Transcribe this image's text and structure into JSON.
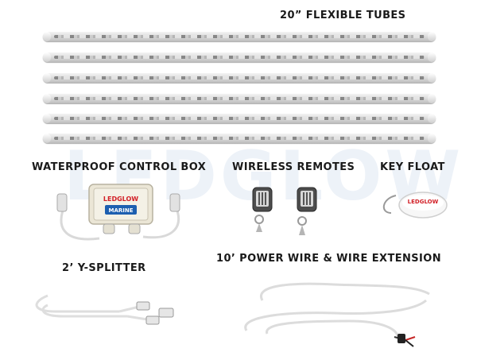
{
  "labels": {
    "tubes": "20” FLEXIBLE TUBES",
    "control_box": "WATERPROOF CONTROL BOX",
    "remotes": "WIRELESS REMOTES",
    "key_float": "KEY FLOAT",
    "splitter": "2’ Y-SPLITTER",
    "power_wire": "10’ POWER WIRE & WIRE EXTENSION"
  },
  "watermark": "LEDGLOW",
  "control_box_brand": "LEDGLOW",
  "control_box_series": "MARINE",
  "key_float_brand": "LEDGLOW",
  "colors": {
    "text": "#1a1a1a",
    "brand_red": "#d21f26",
    "brand_blue": "#1d5fb0",
    "box_body": "#ebe6d6"
  }
}
